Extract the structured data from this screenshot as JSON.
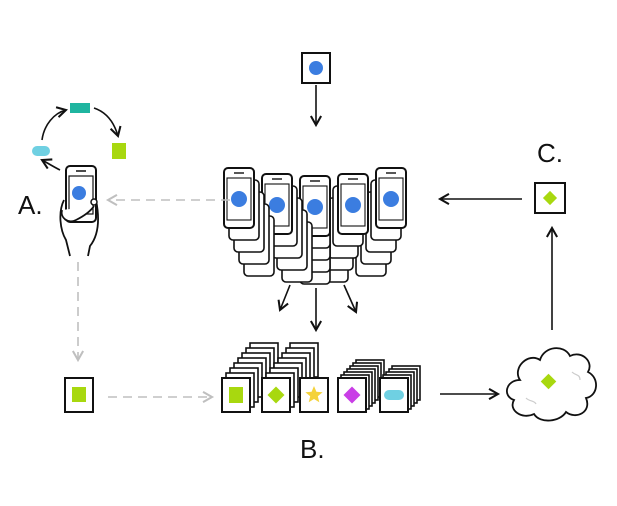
{
  "diagram": {
    "labels": {
      "a": "A.",
      "b": "B.",
      "c": "C."
    },
    "colors": {
      "blue": "#3b7de0",
      "teal": "#1fb5a0",
      "cyan": "#6fd0e2",
      "lime": "#a8d80f",
      "yellow": "#f4d23a",
      "magenta": "#c93ee6",
      "ink": "#111111",
      "dashed": "#bfbfbf"
    },
    "global_model": {
      "icon": "blue-circle"
    },
    "phones": {
      "count": 5,
      "icon": "blue-circle"
    },
    "cycle_items": [
      "cyan-pill",
      "teal-rect",
      "lime-square"
    ],
    "local_update": {
      "icon": "lime-square"
    },
    "updates": [
      "lime-square",
      "lime-diamond",
      "yellow-star",
      "magenta-diamond",
      "cyan-pill"
    ],
    "cloud": {
      "icon": "lime-diamond"
    },
    "improved_model": {
      "icon": "lime-diamond"
    }
  }
}
